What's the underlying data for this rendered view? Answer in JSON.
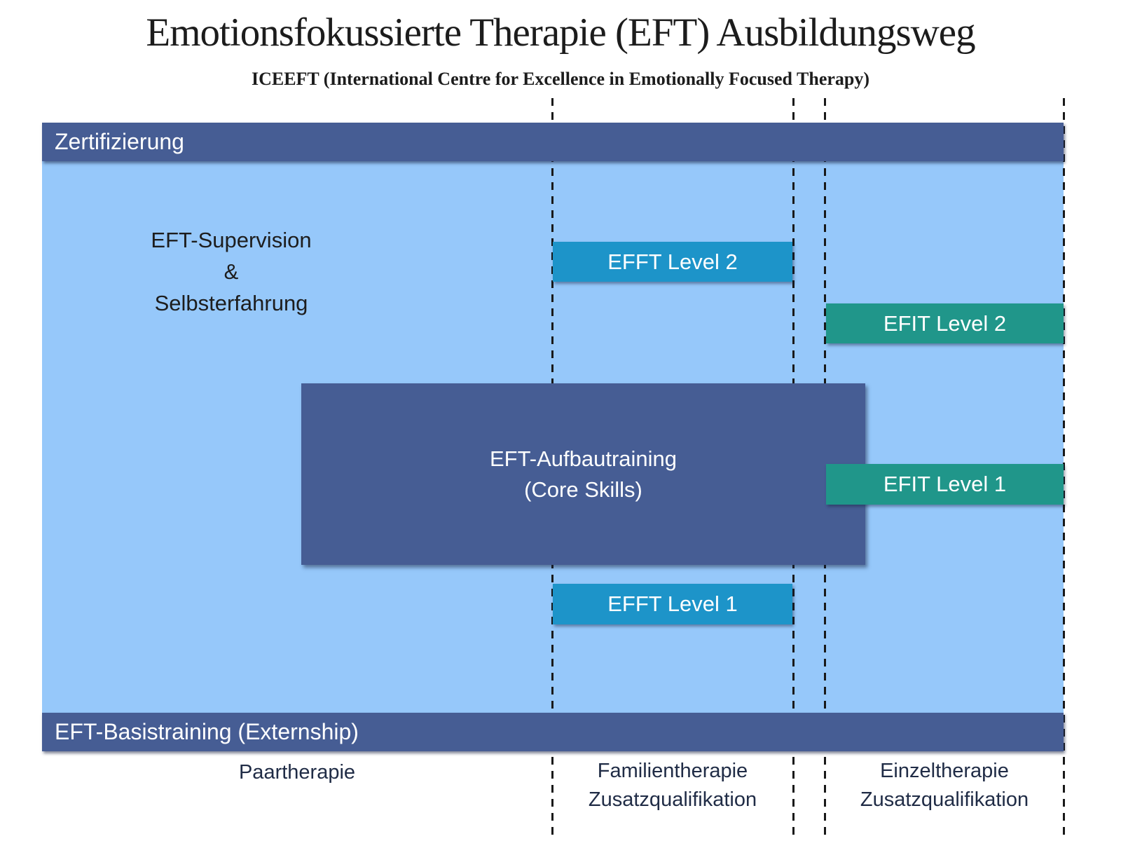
{
  "header": {
    "title": "Emotionsfokussierte Therapie (EFT) Ausbildungsweg",
    "subtitle": "ICEEFT (International Centre for Excellence in Emotionally Focused Therapy)"
  },
  "diagram": {
    "certification_band": "Zertifizierung",
    "base_training_band": "EFT-Basistraining (Externship)",
    "supervision_note": [
      "EFT-Supervision",
      "&",
      "Selbsterfahrung"
    ],
    "core_box": [
      "EFT-Aufbautraining",
      "(Core Skills)"
    ],
    "efft_level2": "EFFT Level 2",
    "efit_level2": "EFIT Level 2",
    "efit_level1": "EFIT Level 1",
    "efft_level1": "EFFT Level 1"
  },
  "columns": {
    "couples": "Paartherapie",
    "family": [
      "Familientherapie",
      "Zusatzqualifikation"
    ],
    "individual": [
      "Einzeltherapie",
      "Zusatzqualifikation"
    ]
  },
  "colors": {
    "band_navy": "#465d94",
    "panel_light_blue": "#96c8fa",
    "efft_cyan": "#1d94c9",
    "efit_teal": "#20968a",
    "dashed_line": "#191919",
    "text_dark": "#1d1d1d",
    "label_navy": "#202c46",
    "text_white": "#ffffff"
  }
}
